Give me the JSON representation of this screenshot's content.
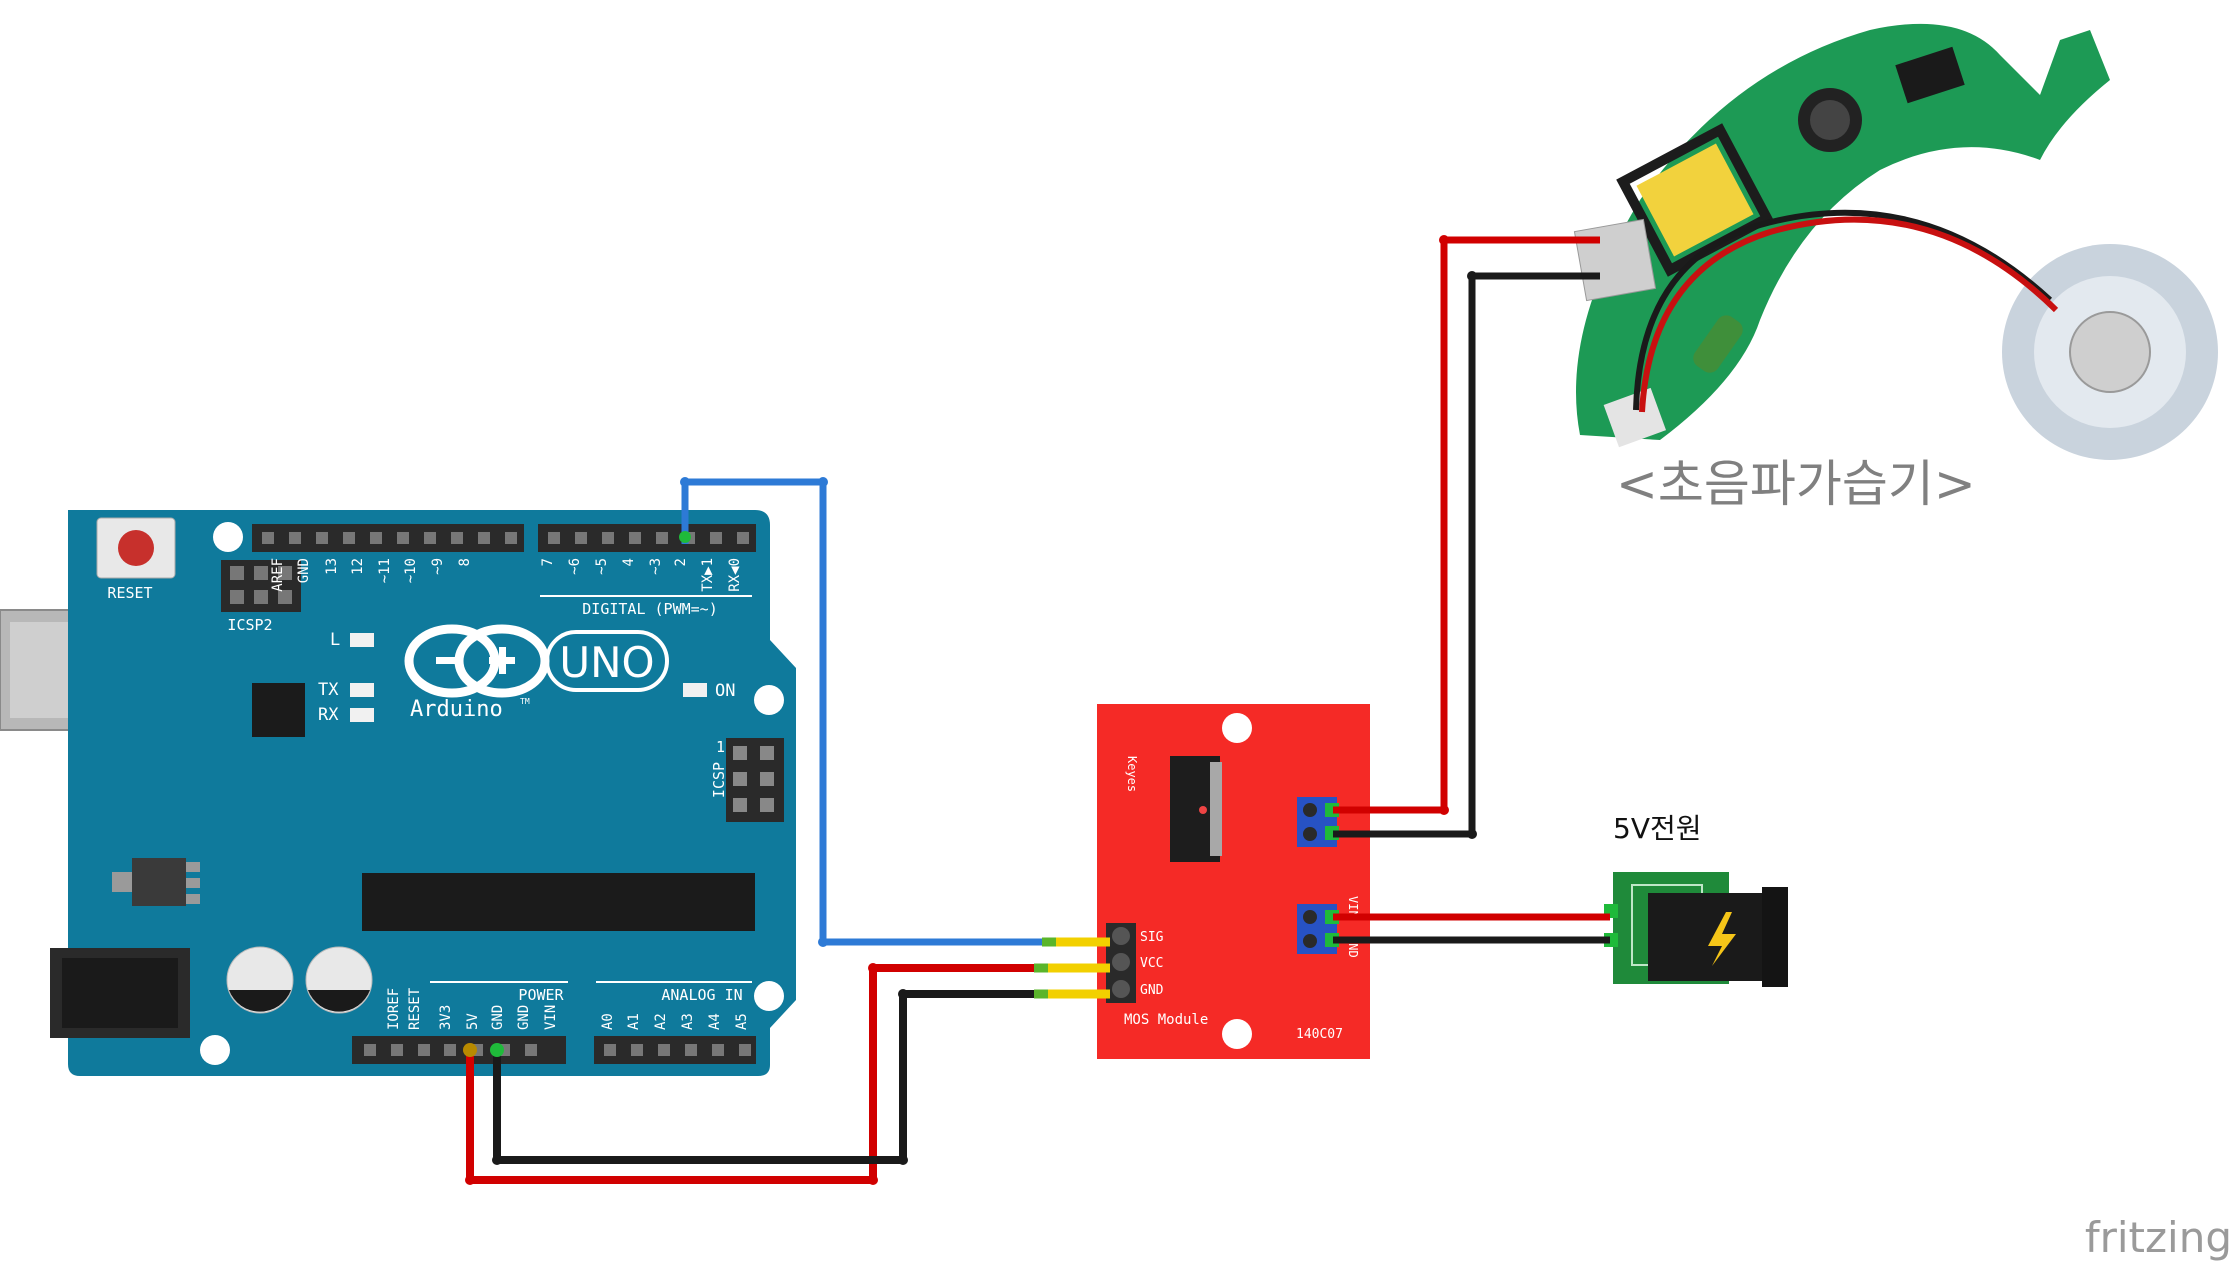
{
  "arduino": {
    "reset_label": "RESET",
    "icsp2_label": "ICSP2",
    "icsp_label": "ICSP",
    "icsp_pin1": "1",
    "digital_label": "DIGITAL (PWM=~)",
    "uno_label": "UNO",
    "brand_label": "Arduino",
    "tm": "TM",
    "on_label": "ON",
    "led_l": "L",
    "led_tx": "TX",
    "led_rx": "RX",
    "power_label": "POWER",
    "analog_label": "ANALOG IN",
    "digital_pins": [
      "AREF",
      "GND",
      "13",
      "12",
      "~11",
      "~10",
      "~9",
      "8",
      "7",
      "~6",
      "~5",
      "4",
      "~3",
      "2",
      "TX▶1",
      "RX◀0"
    ],
    "power_pins": [
      "IOREF",
      "RESET",
      "3V3",
      "5V",
      "GND",
      "GND",
      "VIN"
    ],
    "analog_pins": [
      "A0",
      "A1",
      "A2",
      "A3",
      "A4",
      "A5"
    ]
  },
  "mos_module": {
    "keyes": "Keyes",
    "title": "MOS Module",
    "code": "140C07",
    "pin_sig": "SIG",
    "pin_vcc": "VCC",
    "pin_gnd": "GND",
    "vin_label": "VIN",
    "gnd_label": "GND"
  },
  "humidifier": {
    "label": "<초음파가습기>"
  },
  "power": {
    "label": "5V전원"
  },
  "brand": {
    "label": "fritzing"
  },
  "colors": {
    "board": "#0f7a9c",
    "module": "#f52a26",
    "wire_red": "#d10000",
    "wire_black": "#1a1a1a",
    "wire_blue": "#2d7ad6",
    "pcb_green": "#1f8a3a"
  }
}
